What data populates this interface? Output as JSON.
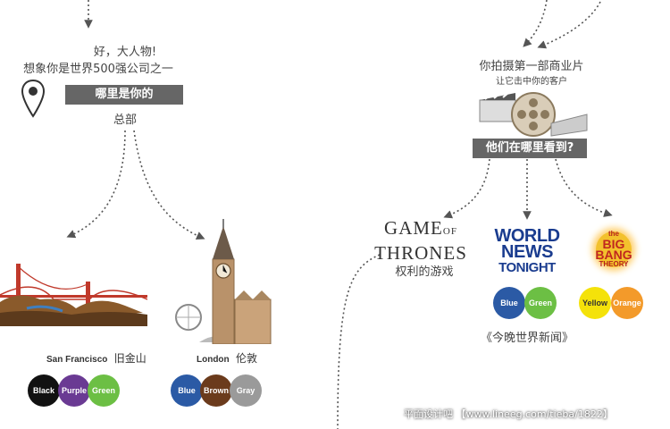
{
  "left": {
    "greeting": "好，大人物!",
    "imagine": "想象你是世界500强公司之一",
    "where": "哪里是你的",
    "hq": "总部",
    "cities": [
      {
        "en": "San Francisco",
        "zh": "旧金山",
        "colors": [
          "Black",
          "Purple",
          "Green"
        ]
      },
      {
        "en": "London",
        "zh": "伦敦",
        "colors": [
          "Blue",
          "Brown",
          "Gray"
        ]
      }
    ]
  },
  "right": {
    "film": "你拍摄第一部商业片",
    "click": "让它击中你的客户",
    "where_seen": "他们在哪里看到?",
    "shows": [
      {
        "logo_top": "GAME",
        "logo_of": "OF",
        "logo_bottom": "THRONES",
        "zh": "权利的游戏"
      },
      {
        "logo": [
          "WORLD",
          "NEWS",
          "TONIGHT"
        ],
        "zh": "《今晚世界新闻》",
        "colors": [
          "Blue",
          "Green"
        ]
      },
      {
        "logo": [
          "the",
          "BIG",
          "BANG",
          "THEORY"
        ],
        "colors": [
          "Yellow",
          "Orange"
        ]
      }
    ]
  },
  "footer": "平面设计吧 【www.lineeg.com/tieba/1822】",
  "color_map": {
    "Black": "#111111",
    "Purple": "#6a3a93",
    "Green": "#6cbf44",
    "Blue": "#2b5aa5",
    "Brown": "#6b3b1c",
    "Gray": "#9a9a9a",
    "Yellow": "#f4e20a",
    "Orange": "#f39a2a"
  }
}
